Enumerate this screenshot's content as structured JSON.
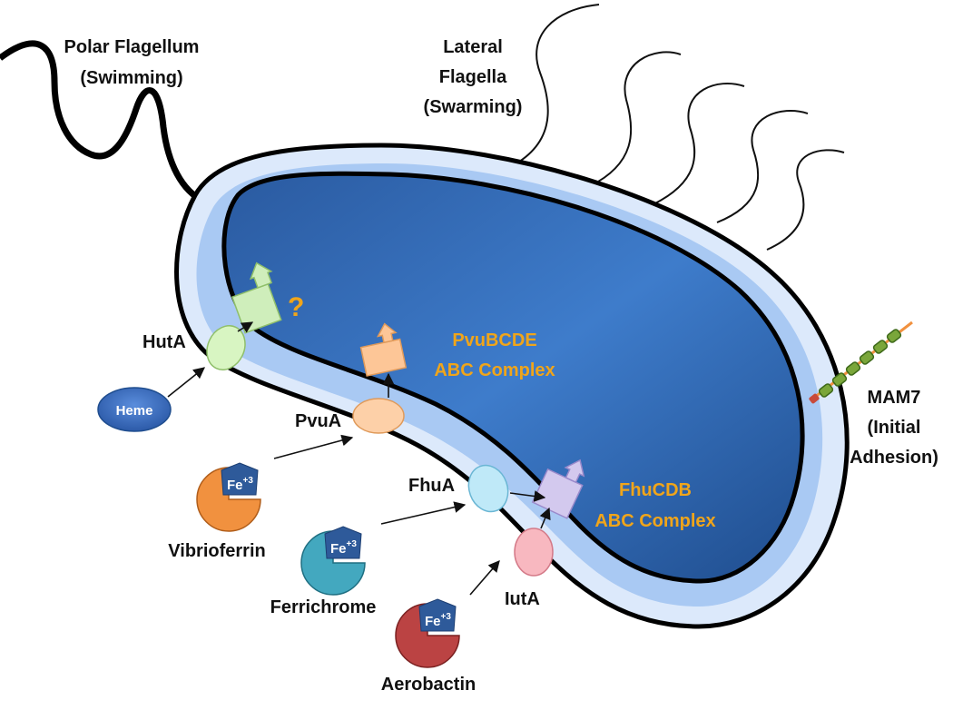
{
  "labels": {
    "polar_flagellum": [
      "Polar Flagellum",
      "(Swimming)"
    ],
    "lateral_flagella": [
      "Lateral",
      "Flagella",
      "(Swarming)"
    ],
    "mam7": [
      "MAM7",
      "(Initial",
      "Adhesion)"
    ],
    "huta": "HutA",
    "question": "?",
    "pvubcde": [
      "PvuBCDE",
      "ABC Complex"
    ],
    "pvua": "PvuA",
    "fhua": "FhuA",
    "fhucdb": [
      "FhuCDB",
      "ABC Complex"
    ],
    "iuta": "IutA",
    "heme": "Heme",
    "vibrioferrin": "Vibrioferrin",
    "ferrichrome": "Ferrichrome",
    "aerobactin": "Aerobactin",
    "fe_base": "Fe",
    "fe_charge": "+3"
  },
  "colors": {
    "cytoplasm": "#2f6ab5",
    "periplasm": "#a9c9f3",
    "outer_layer": "#dce9fb",
    "orange_text": "#f0a51a",
    "huta": "#d8f5c2",
    "pvua": "#fdd0a8",
    "fhua": "#bfe9f8",
    "iuta": "#f8b8c0",
    "heme": "#3a6fc4",
    "vibrioferrin": "#f1913f",
    "ferrichrome": "#43a8bf",
    "aerobactin": "#bb4343",
    "iron_pentagon": "#2e5a9a"
  }
}
